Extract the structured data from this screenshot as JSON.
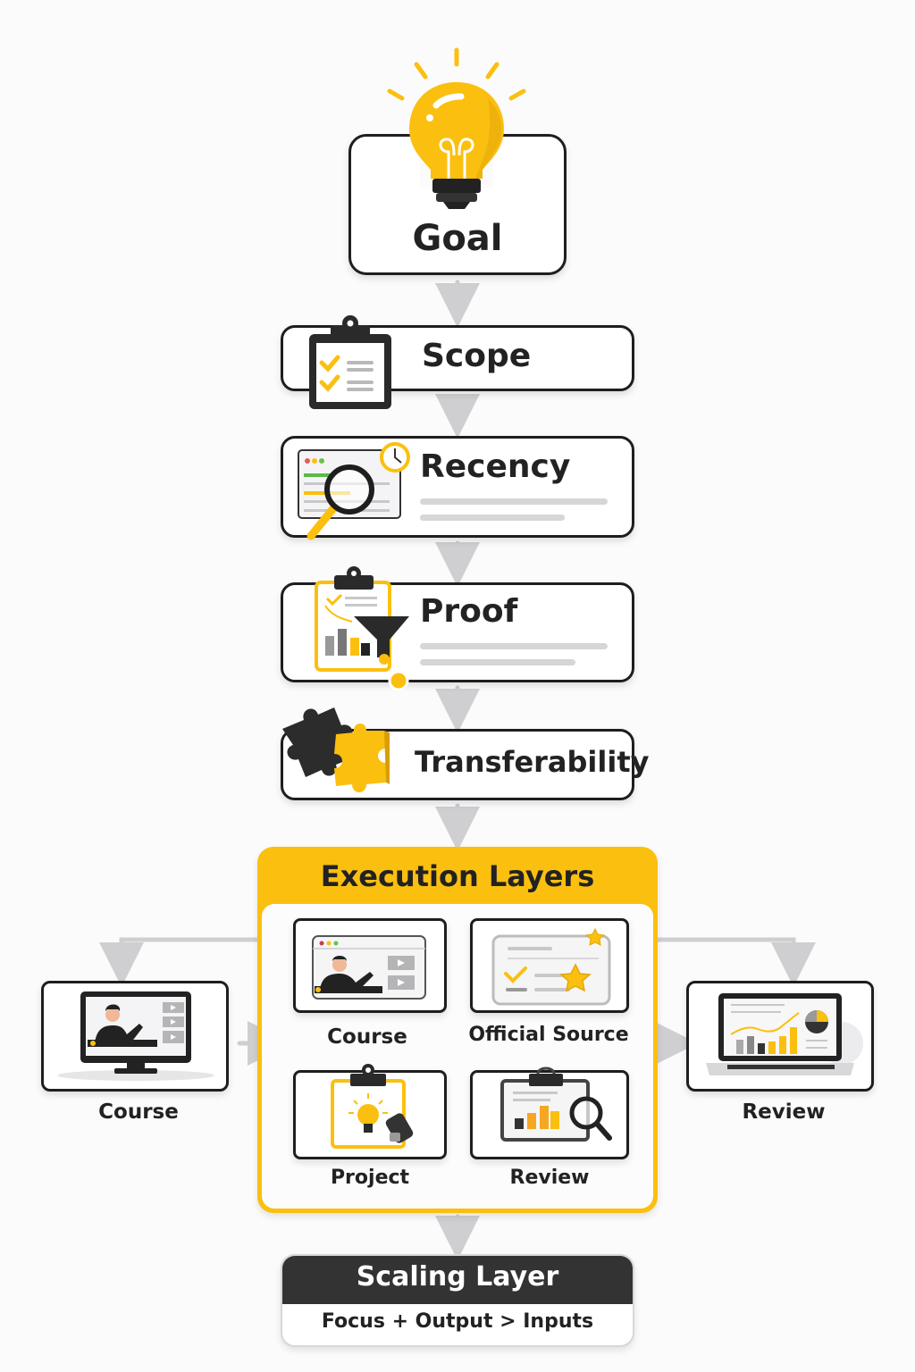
{
  "colors": {
    "accent": "#fbbf0f",
    "dark": "#1e1e1e",
    "connector": "#cfcfd2"
  },
  "steps": {
    "goal": {
      "label": "Goal",
      "icon": "lightbulb-icon"
    },
    "scope": {
      "label": "Scope",
      "icon": "clipboard-checklist-icon"
    },
    "recency": {
      "label": "Recency",
      "icon": "magnifier-clock-icon"
    },
    "proof": {
      "label": "Proof",
      "icon": "clipboard-funnel-icon"
    },
    "transferability": {
      "label": "Transferability",
      "icon": "puzzle-icon"
    }
  },
  "execution": {
    "title": "Execution Layers",
    "items": [
      {
        "label": "Course",
        "icon": "video-lesson-icon"
      },
      {
        "label": "Official Source",
        "icon": "certified-document-icon"
      },
      {
        "label": "Project",
        "icon": "project-idea-icon"
      },
      {
        "label": "Review",
        "icon": "chart-review-icon"
      }
    ]
  },
  "side": {
    "left": {
      "label": "Course",
      "icon": "monitor-lesson-icon"
    },
    "right": {
      "label": "Review",
      "icon": "laptop-analytics-icon"
    }
  },
  "scaling": {
    "title": "Scaling Layer",
    "subtitle": "Focus + Output > Inputs"
  }
}
